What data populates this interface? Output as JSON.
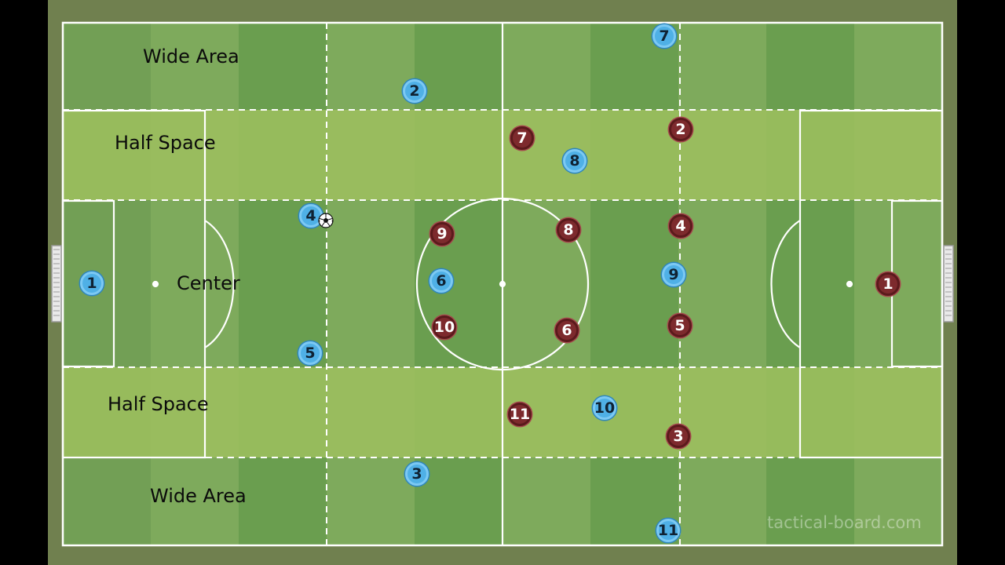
{
  "zones": {
    "wide_top": "Wide Area",
    "half_top": "Half Space",
    "center": "Center",
    "half_bottom": "Half Space",
    "wide_bottom": "Wide Area"
  },
  "watermark": "tactical-board.com",
  "colors": {
    "pitch_stripe_dark": "#6a9e4f",
    "pitch_stripe_light": "#7eaa5c",
    "half_space_light": "#9dbf5e",
    "half_space_dark": "#92b554",
    "lines": "#ffffff",
    "team_blue": "#4fb0e6",
    "team_red": "#7d2a2d",
    "board_frame": "#70804f"
  },
  "players": {
    "blue": [
      {
        "number": "1"
      },
      {
        "number": "2"
      },
      {
        "number": "3"
      },
      {
        "number": "4"
      },
      {
        "number": "5"
      },
      {
        "number": "6"
      },
      {
        "number": "7"
      },
      {
        "number": "8"
      },
      {
        "number": "9"
      },
      {
        "number": "10"
      },
      {
        "number": "11"
      }
    ],
    "red": [
      {
        "number": "1"
      },
      {
        "number": "2"
      },
      {
        "number": "3"
      },
      {
        "number": "4"
      },
      {
        "number": "5"
      },
      {
        "number": "6"
      },
      {
        "number": "7"
      },
      {
        "number": "8"
      },
      {
        "number": "9"
      },
      {
        "number": "10"
      },
      {
        "number": "11"
      }
    ]
  },
  "ball": {
    "icon": "soccer-ball-icon"
  }
}
